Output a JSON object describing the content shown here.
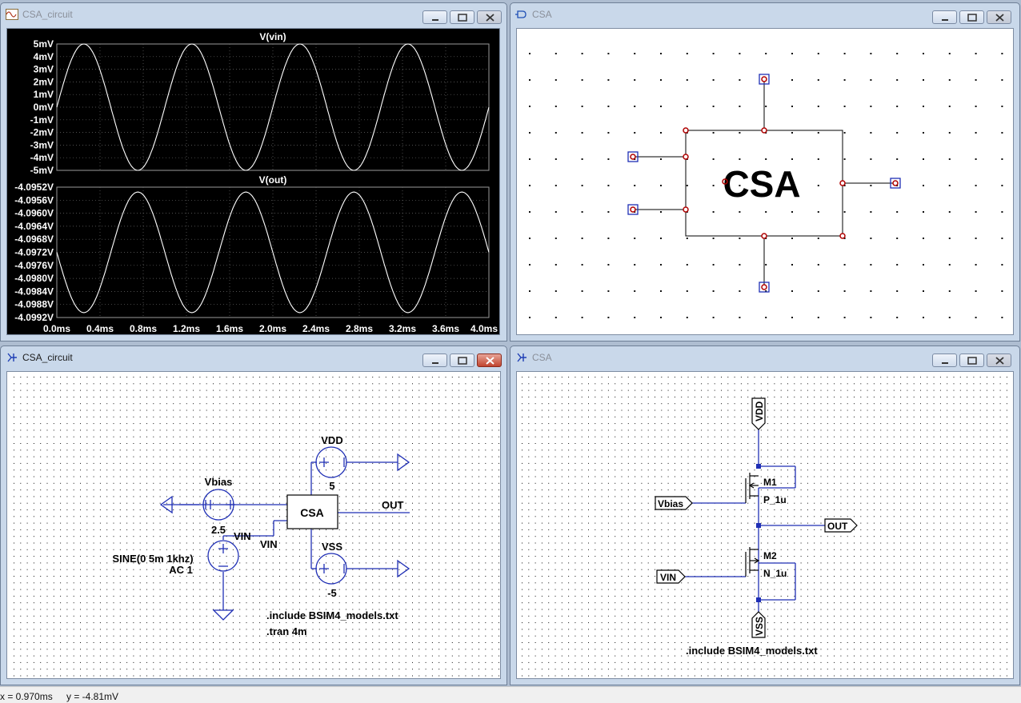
{
  "windows": {
    "waveform": {
      "title": "CSA_circuit",
      "plot_top": {
        "title": "V(vin)",
        "y_ticks": [
          "5mV",
          "4mV",
          "3mV",
          "2mV",
          "1mV",
          "0mV",
          "-1mV",
          "-2mV",
          "-3mV",
          "-4mV",
          "-5mV"
        ]
      },
      "plot_bottom": {
        "title": "V(out)",
        "y_ticks": [
          "-4.0952V",
          "-4.0956V",
          "-4.0960V",
          "-4.0964V",
          "-4.0968V",
          "-4.0972V",
          "-4.0976V",
          "-4.0980V",
          "-4.0984V",
          "-4.0988V",
          "-4.0992V"
        ]
      },
      "x_ticks": [
        "0.0ms",
        "0.4ms",
        "0.8ms",
        "1.2ms",
        "1.6ms",
        "2.0ms",
        "2.4ms",
        "2.8ms",
        "3.2ms",
        "3.6ms",
        "4.0ms"
      ]
    },
    "symbol": {
      "title": "CSA",
      "symbol_label": "CSA"
    },
    "circuit": {
      "title": "CSA_circuit",
      "vbias_name": "Vbias",
      "vbias_value": "2.5",
      "vdd_name": "VDD",
      "vdd_value": "5",
      "vss_name": "VSS",
      "vss_value": "-5",
      "block_label": "CSA",
      "out_label": "OUT",
      "vin_label_1": "VIN",
      "vin_label_2": "VIN",
      "sine_spec": "SINE(0 5m 1khz)",
      "ac_spec": "AC 1",
      "include_directive": ".include BSIM4_models.txt",
      "tran_directive": ".tran 4m"
    },
    "schematic": {
      "title": "CSA",
      "vdd_port": "VDD",
      "vss_port": "VSS",
      "vbias_port": "Vbias",
      "vin_port": "VIN",
      "out_port": "OUT",
      "m1_name": "M1",
      "m1_model": "P_1u",
      "m2_name": "M2",
      "m2_model": "N_1u",
      "include_directive": ".include BSIM4_models.txt"
    }
  },
  "status": {
    "x_readout": "x = 0.970ms",
    "y_readout": "y = -4.81mV"
  },
  "colors": {
    "plot_bg": "#000000",
    "trace": "#ffffff",
    "wire": "#1f2fb5",
    "symbol_pin": "#b00000"
  },
  "chart_data": [
    {
      "type": "line",
      "title": "V(vin)",
      "x_unit": "ms",
      "xlim": [
        0,
        4
      ],
      "ylim": [
        -5,
        5
      ],
      "y_unit": "mV",
      "series": [
        {
          "name": "V(vin)",
          "function": "5*sin(2*pi*1*t)",
          "amplitude": 5,
          "frequency_khz": 1,
          "offset": 0
        }
      ]
    },
    {
      "type": "line",
      "title": "V(out)",
      "x_unit": "ms",
      "xlim": [
        0,
        4
      ],
      "ylim": [
        -4.0992,
        -4.0952
      ],
      "y_unit": "V",
      "series": [
        {
          "name": "V(out)",
          "function": "-4.0972 - 0.00185*sin(2*pi*1*t)",
          "amplitude": 0.00185,
          "frequency_khz": 1,
          "offset": -4.0972
        }
      ]
    }
  ]
}
